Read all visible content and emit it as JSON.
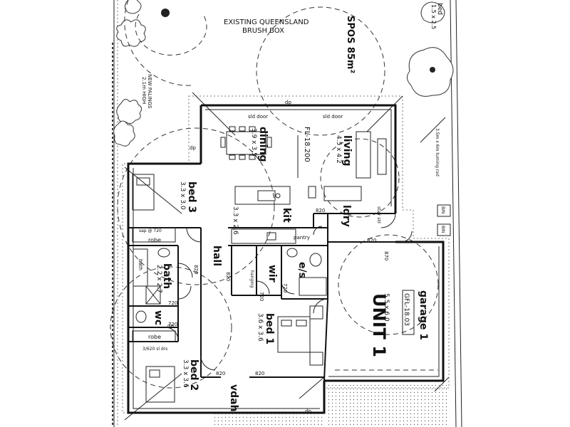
{
  "labels": {
    "tree_title_1": "EXISTING QUEENSLAND",
    "tree_title_2": "BRUSH BOX",
    "spos": "SPOS 85m²",
    "new_palings": "NEW PALINGS",
    "palings_height": "2.1m HIGH",
    "bed_tr_1": "bed",
    "bed_tr_2": "1.5 x 2.5",
    "council_note": "3.5m x 6m turning rad",
    "dining": "dining",
    "dining_dim": "3.9 x 3.5",
    "fl_level": "FL-18.200",
    "living": "living",
    "living_dim": "4.5 x 4.2",
    "bed3": "bed 3",
    "bed3_dim": "3.3 x 3.0",
    "kit": "kit",
    "kit_dim": "3.3 x 2.6",
    "ldry": "ldry",
    "pantry": "pantry",
    "robe3": "robe",
    "bed3_robe_note": "sap @ 720",
    "hall": "hall",
    "bath": "bath",
    "bath_dim": "2.2 x 2.7",
    "bath_tub": "bath",
    "wir": "wir",
    "wir_sub": "hanging",
    "es": "e/s",
    "sld_door_1": "sld door",
    "sld_door_2": "sld door",
    "stair_sld": "stair sld",
    "door_820_a": "820",
    "door_820_b": "820",
    "door_820_c": "820",
    "door_820_d": "820",
    "door_720_a": "720",
    "door_720_b": "720",
    "door_720_c": "720",
    "door_720_d": "720",
    "door_870": "870",
    "door_820h": "820",
    "door_820v": "820",
    "wc": "wc",
    "robe2": "robe",
    "bed2_robe_note": "3/620 sl drs",
    "bed2": "bed 2",
    "bed2_dim": "3.3 x 3.6",
    "bed1": "bed 1",
    "bed1_dim": "3.6 x 3.6",
    "unit": "UNIT 1",
    "garage": "garage 1",
    "garage_dim": "5.5 x 6.0",
    "gfl_level": "GFL-18.03",
    "vdah": "vdah",
    "bin1": "BIN",
    "bin2": "BIN",
    "dp1": "dp",
    "dp2": "dp",
    "dp3": "dp",
    "dp4": "dp"
  }
}
